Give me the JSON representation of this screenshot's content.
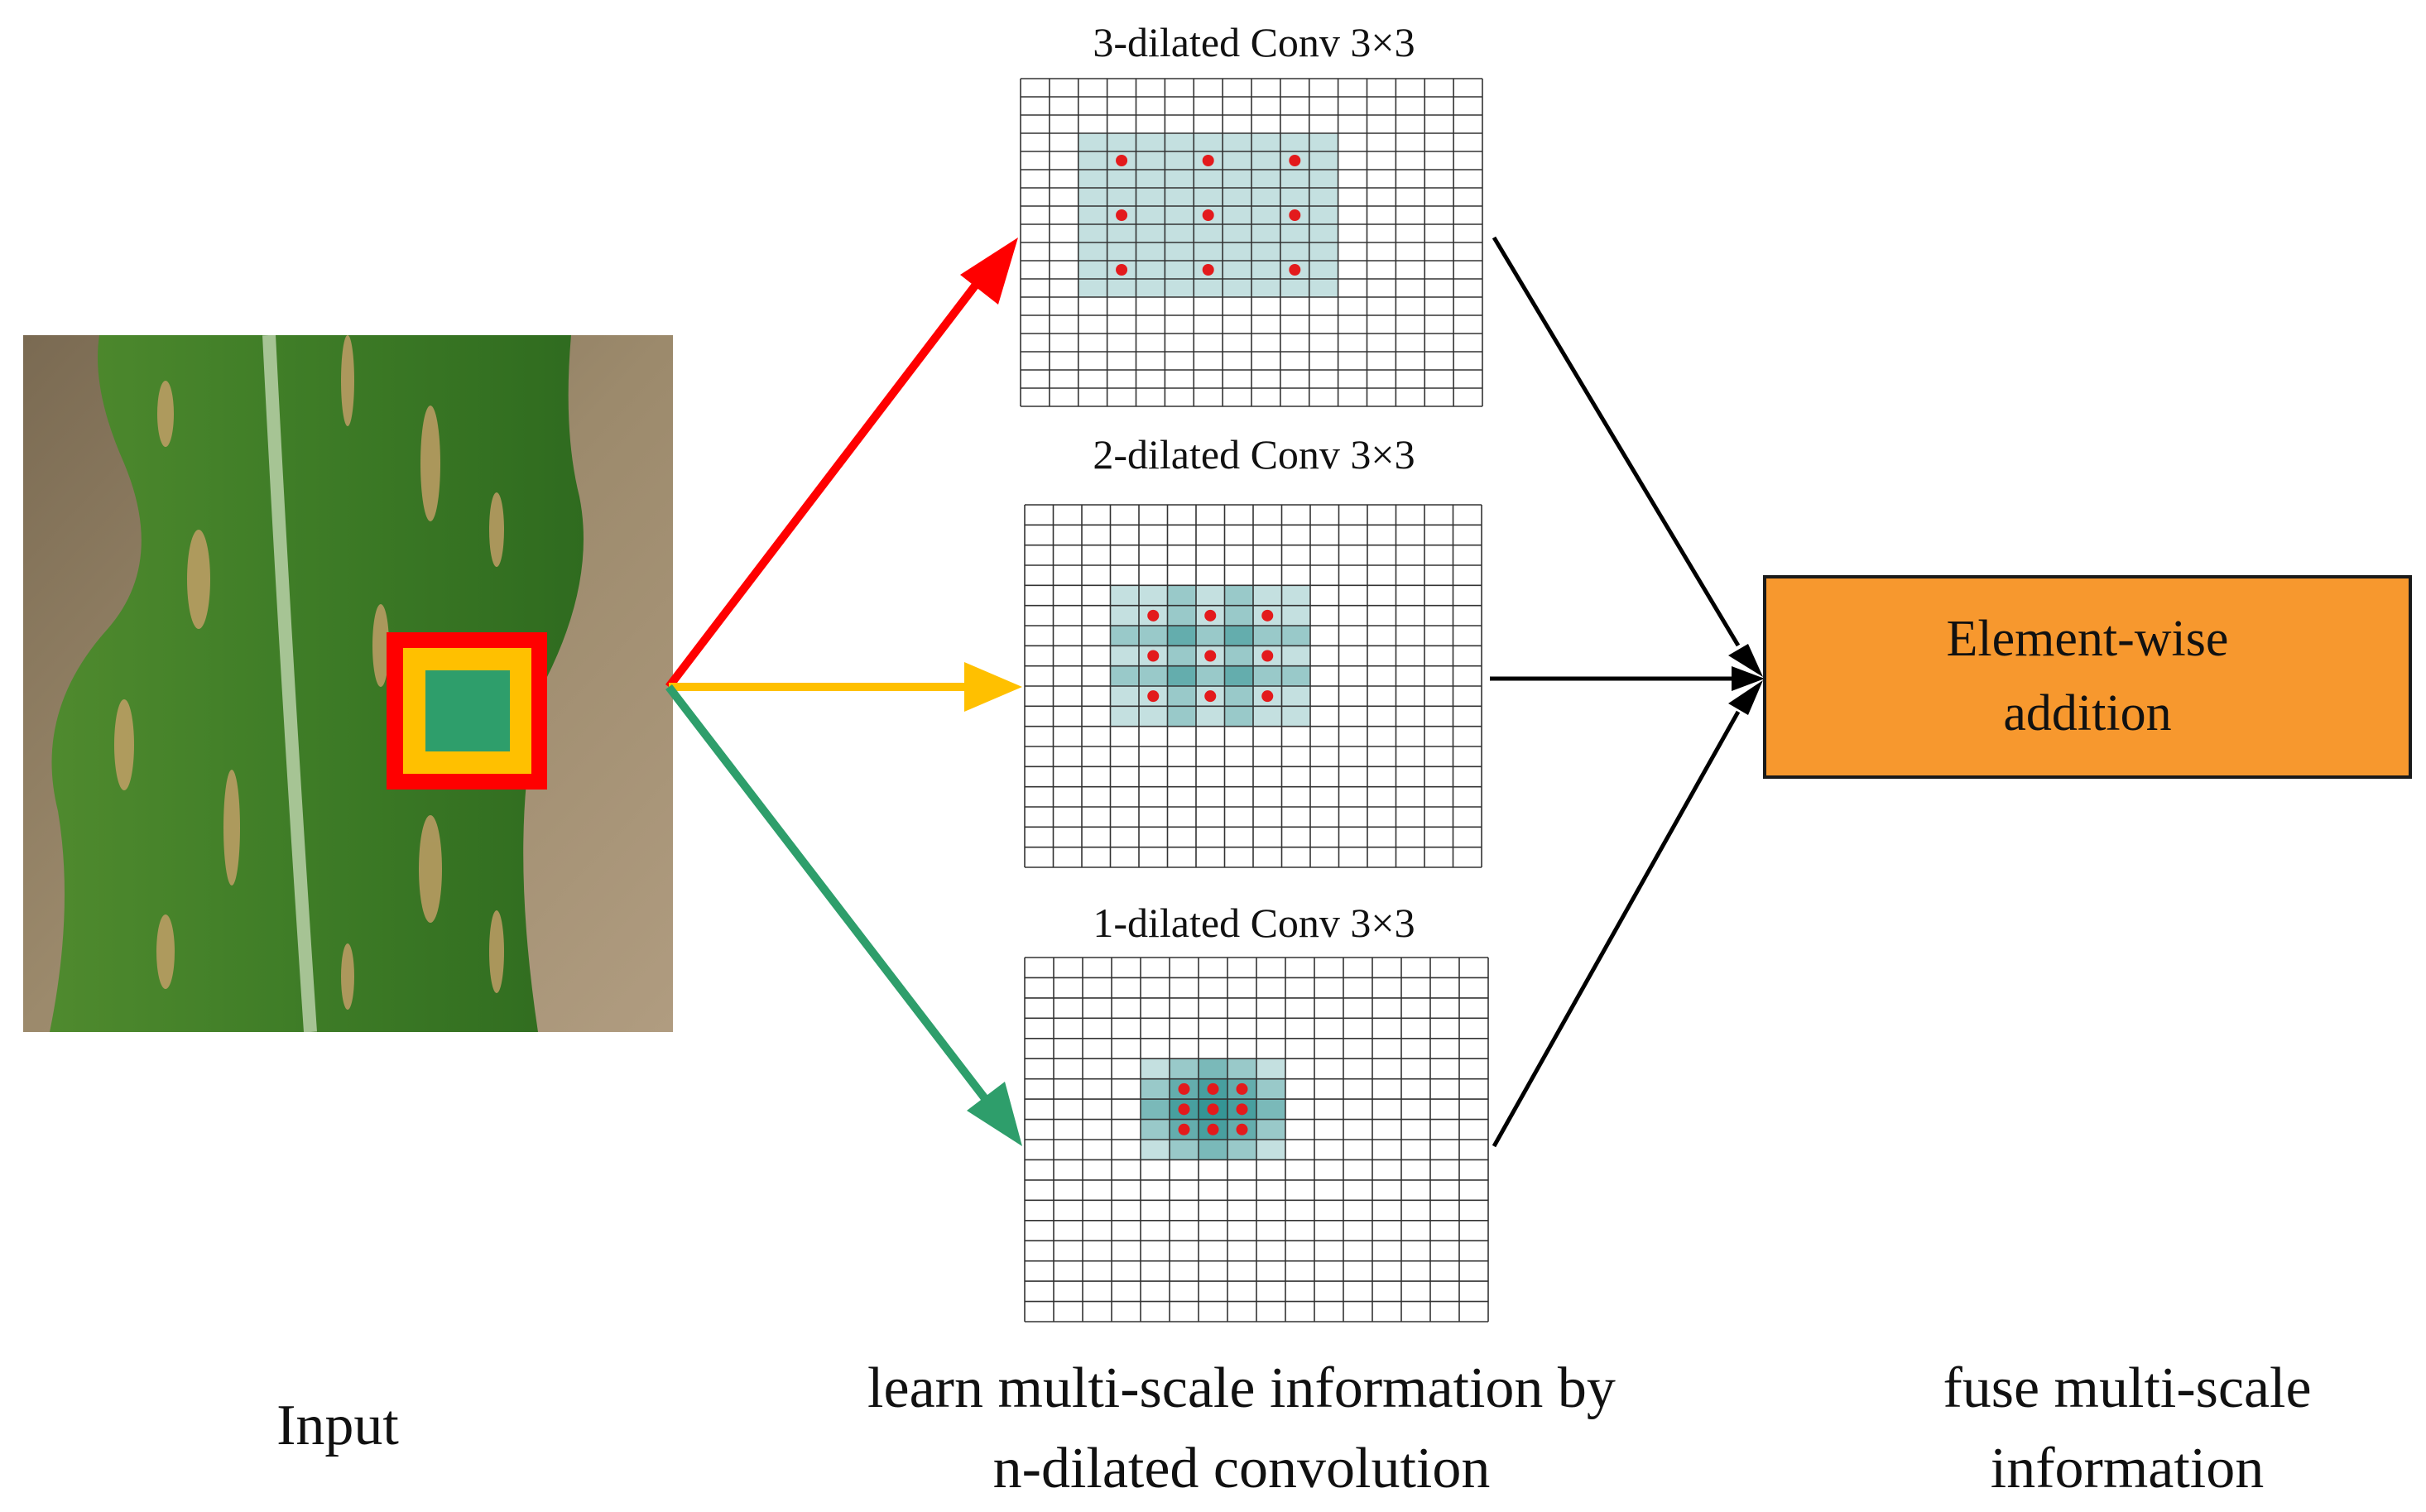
{
  "input": {
    "label": "Input"
  },
  "convs": {
    "top": {
      "title": "3-dilated Conv 3×3",
      "dilation": 3
    },
    "mid": {
      "title": "2-dilated Conv 3×3",
      "dilation": 2
    },
    "bot": {
      "title": "1-dilated Conv 3×3",
      "dilation": 1
    }
  },
  "fusion": {
    "line1": "Element-wise",
    "line2": "addition"
  },
  "captions": {
    "learn_line1": "learn multi-scale information by",
    "learn_line2": "n-dilated convolution",
    "fuse_line1": "fuse multi-scale",
    "fuse_line2": "information"
  },
  "colors": {
    "red_arrow": "#ff0000",
    "yellow_arrow": "#ffc000",
    "green_arrow": "#2e9e6b",
    "fusion_box": "#f7982e",
    "kernel_fill": "#2a8f8f",
    "dot": "#e31a1c"
  }
}
